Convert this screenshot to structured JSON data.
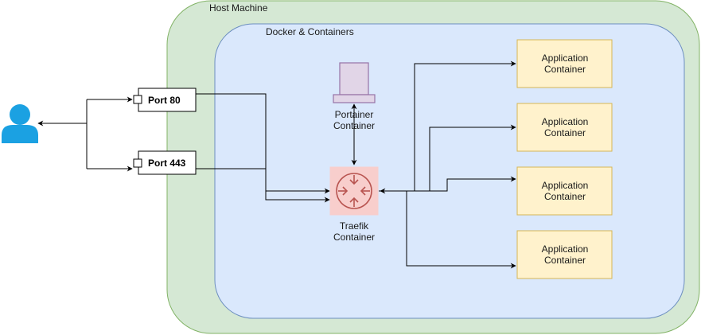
{
  "diagram": {
    "host": {
      "label": "Host Machine",
      "fill": "#d5e8d4",
      "stroke": "#82b366"
    },
    "docker": {
      "label": "Docker & Containers",
      "fill": "#dae8fc",
      "stroke": "#6c8ebf"
    },
    "ports": [
      {
        "label": "Port 80"
      },
      {
        "label": "Port 443"
      }
    ],
    "portainer": {
      "line1": "Portainer",
      "line2": "Container",
      "fill": "#e1d5e7",
      "stroke": "#9673a6"
    },
    "traefik": {
      "line1": "Traefik",
      "line2": "Container",
      "fill": "#f8cecc",
      "stroke": "#b85450"
    },
    "apps": [
      {
        "line1": "Application",
        "line2": "Container"
      },
      {
        "line1": "Application",
        "line2": "Container"
      },
      {
        "line1": "Application",
        "line2": "Container"
      },
      {
        "line1": "Application",
        "line2": "Container"
      }
    ],
    "app_fill": "#fff2cc",
    "app_stroke": "#d6b656",
    "user_color": "#1ba1e2"
  }
}
